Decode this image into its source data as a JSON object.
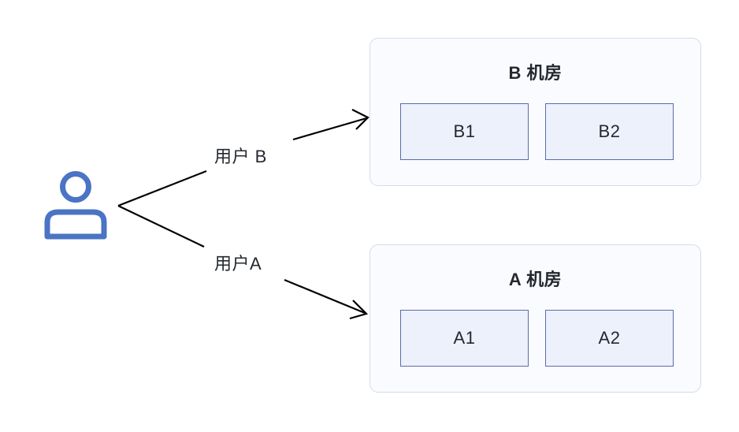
{
  "diagram": {
    "background_color": "#ffffff",
    "actor": {
      "icon": "user-icon",
      "color": "#4a74c4"
    },
    "edges": [
      {
        "id": "edge-to-room-b",
        "label": "用户 B",
        "from": "user",
        "to": "B 机房",
        "color": "#000000",
        "arrow": "open-arrowhead"
      },
      {
        "id": "edge-to-room-a",
        "label": "用户A",
        "from": "user",
        "to": "A 机房",
        "color": "#000000",
        "arrow": "open-arrowhead"
      }
    ],
    "rooms": [
      {
        "id": "room-b",
        "title": "B 机房",
        "border_color": "#d6daec",
        "fill_color": "#fafbfe",
        "nodes": [
          {
            "id": "node-b1",
            "label": "B1"
          },
          {
            "id": "node-b2",
            "label": "B2"
          }
        ]
      },
      {
        "id": "room-a",
        "title": "A 机房",
        "border_color": "#d6daec",
        "fill_color": "#fafbfe",
        "nodes": [
          {
            "id": "node-a1",
            "label": "A1"
          },
          {
            "id": "node-a2",
            "label": "A2"
          }
        ]
      }
    ],
    "node_style": {
      "fill_color": "#edf1fb",
      "border_color": "#5a6cab"
    }
  }
}
